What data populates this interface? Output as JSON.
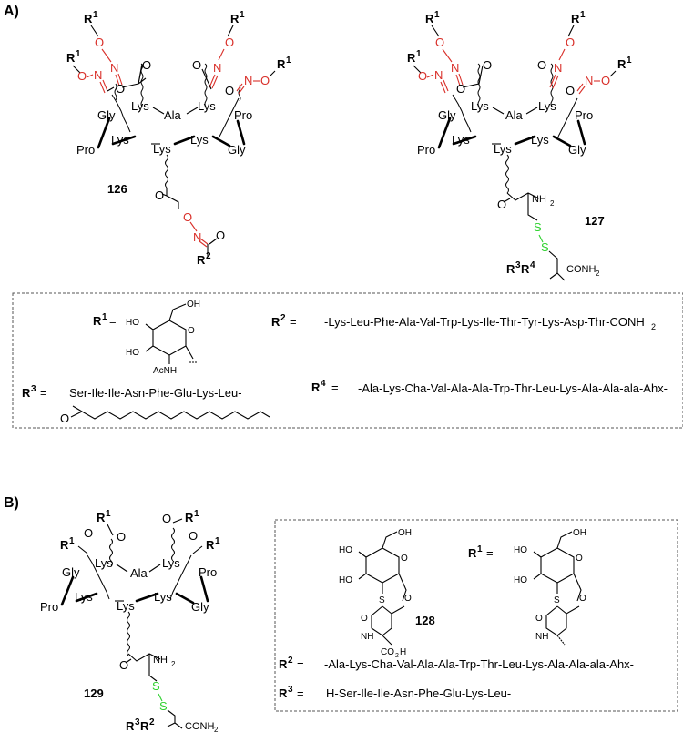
{
  "panels": {
    "a": {
      "label": "A)"
    },
    "b": {
      "label": "B)"
    }
  },
  "residues": {
    "lys": "Lys",
    "ala": "Ala",
    "gly": "Gly",
    "pro": "Pro"
  },
  "atoms": {
    "o": "O",
    "n": "N",
    "s": "S",
    "nh2": "NH",
    "nh2_sub": "2",
    "nh": "NH",
    "acnh": "AcNH",
    "ho": "HO",
    "oh": "OH",
    "co2h": "CO",
    "co2h_sub": "2",
    "co2h_end": "H",
    "conh2": "CONH",
    "conh2_sub": "2"
  },
  "r_labels": {
    "r": "R",
    "r1": "1",
    "r2": "2",
    "r3": "3",
    "r4": "4"
  },
  "compounds": {
    "c126": "126",
    "c127": "127",
    "c128": "128",
    "c129": "129"
  },
  "legend_a": {
    "r1_eq": "=",
    "r2_eq": "=",
    "r2_seq": "-Lys-Leu-Phe-Ala-Val-Trp-Lys-Ile-Thr-Tyr-Lys-Asp-Thr-CONH",
    "r2_seq_sub": "2",
    "r3_eq": "=",
    "r3_seq": "Ser-Ile-Ile-Asn-Phe-Glu-Lys-Leu-",
    "r4_eq": "=",
    "r4_seq": "-Ala-Lys-Cha-Val-Ala-Ala-Trp-Thr-Leu-Lys-Ala-Ala-ala-Ahx-"
  },
  "legend_b": {
    "r1_eq": "=",
    "r2_eq": "=",
    "r2_seq": "-Ala-Lys-Cha-Val-Ala-Ala-Trp-Thr-Leu-Lys-Ala-Ala-ala-Ahx-",
    "r3_eq": "=",
    "r3_seq": "H-Ser-Ile-Ile-Asn-Phe-Glu-Lys-Leu-"
  },
  "colors": {
    "oxime": "#d9302a",
    "disulfide": "#2fd12f",
    "box": "#555555"
  }
}
